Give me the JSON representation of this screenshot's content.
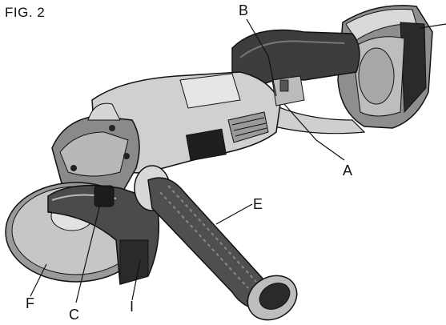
{
  "figure": {
    "title": "FIG. 2",
    "callouts": {
      "a": "A",
      "b": "B",
      "c": "C",
      "e": "E",
      "f": "F",
      "i": "I"
    }
  },
  "colors": {
    "line": "#111111",
    "light_gray": "#d4d4d4",
    "mid_gray": "#9a9a9a",
    "dark_gray": "#4a4a4a",
    "black": "#1a1a1a"
  }
}
